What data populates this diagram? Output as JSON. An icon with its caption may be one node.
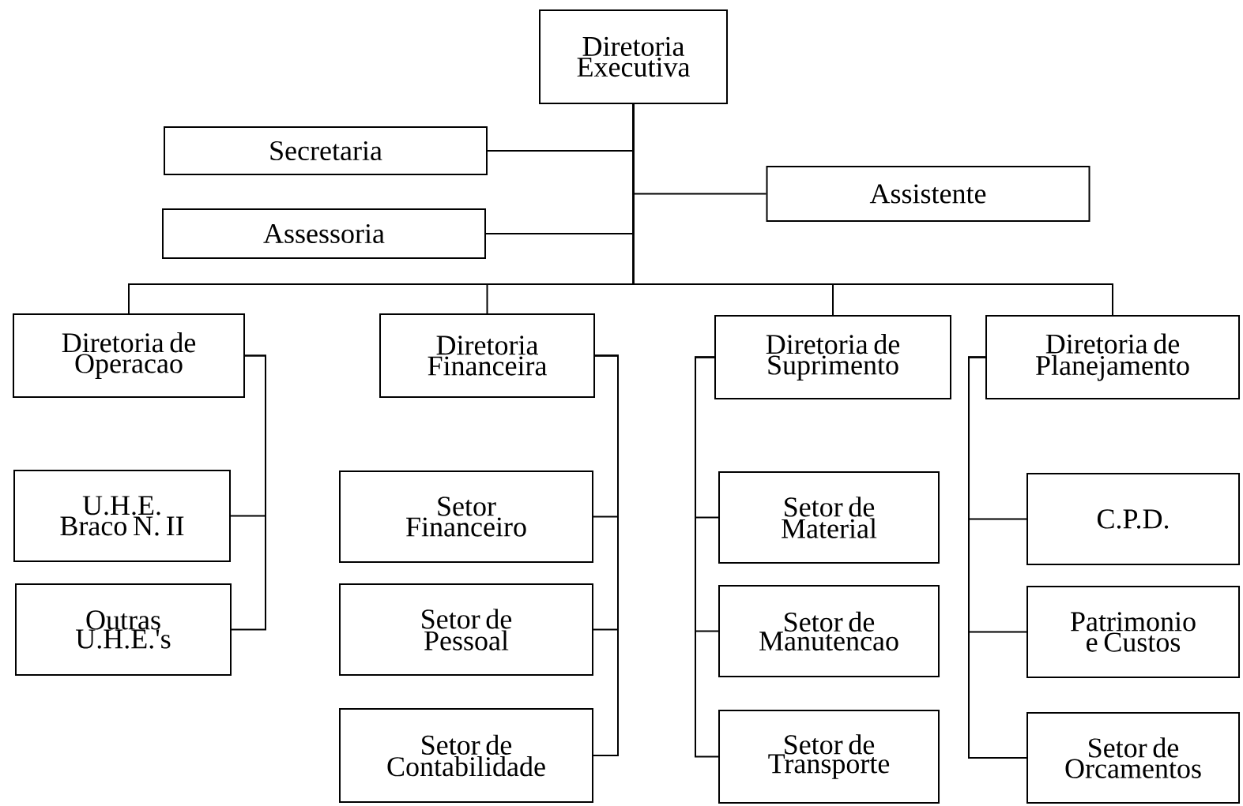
{
  "diagram": {
    "nodes": [
      {
        "text": [
          "Diretoria Executiva"
        ]
      },
      {
        "text": [
          "Secretaria"
        ]
      },
      {
        "text": [
          "Assistente"
        ]
      },
      {
        "text": [
          "Assessoria"
        ]
      },
      {
        "text": [
          "Diretoria de Operacao"
        ]
      },
      {
        "text": [
          "Diretoria Financeira"
        ]
      },
      {
        "text": [
          "Diretoria de Suprimento"
        ]
      },
      {
        "text": [
          "Diretoria de Planejamento"
        ]
      },
      {
        "text": [
          "U.H.E. Braco N. II"
        ]
      },
      {
        "text": [
          "Outras U.H.E.'s"
        ]
      },
      {
        "text": [
          "Setor Financeiro"
        ]
      },
      {
        "text": [
          "Setor de Pessoal"
        ]
      },
      {
        "text": [
          "Setor de Contabilidade"
        ]
      },
      {
        "text": [
          "Setor de Material"
        ]
      },
      {
        "text": [
          "Setor de Manutencao"
        ]
      },
      {
        "text": [
          "Setor de Transporte"
        ]
      },
      {
        "text": [
          "C.P.D."
        ]
      },
      {
        "text": [
          "Patrimonio e Custos"
        ]
      },
      {
        "text": [
          "Setor de Orcamentos"
        ]
      }
    ],
    "edges": [
      {
        "from": 0,
        "to": 1,
        "arrow": "none"
      },
      {
        "from": 0,
        "to": 2,
        "arrow": "none"
      },
      {
        "from": 0,
        "to": 3,
        "arrow": "none"
      },
      {
        "from": 0,
        "to": 4,
        "arrow": "none"
      },
      {
        "from": 0,
        "to": 5,
        "arrow": "none"
      },
      {
        "from": 0,
        "to": 6,
        "arrow": "none"
      },
      {
        "from": 0,
        "to": 7,
        "arrow": "none"
      },
      {
        "from": 4,
        "to": 8,
        "arrow": "none"
      },
      {
        "from": 4,
        "to": 9,
        "arrow": "none"
      },
      {
        "from": 5,
        "to": 10,
        "arrow": "none"
      },
      {
        "from": 5,
        "to": 11,
        "arrow": "none"
      },
      {
        "from": 5,
        "to": 12,
        "arrow": "none"
      },
      {
        "from": 6,
        "to": 13,
        "arrow": "none"
      },
      {
        "from": 6,
        "to": 14,
        "arrow": "none"
      },
      {
        "from": 6,
        "to": 15,
        "arrow": "none"
      },
      {
        "from": 7,
        "to": 16,
        "arrow": "none"
      },
      {
        "from": 7,
        "to": 17,
        "arrow": "none"
      },
      {
        "from": 7,
        "to": 18,
        "arrow": "none"
      }
    ]
  }
}
